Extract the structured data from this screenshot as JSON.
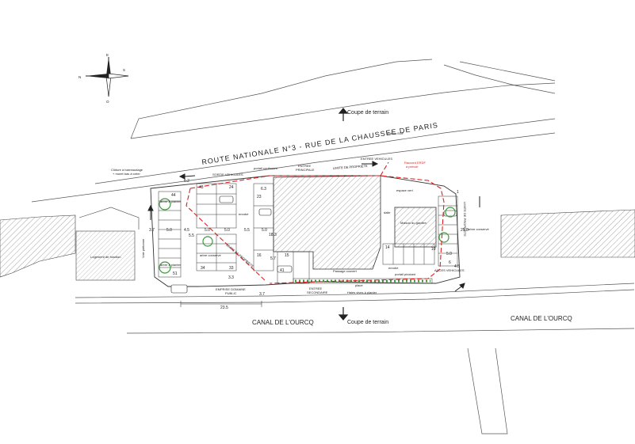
{
  "compass": {
    "n": "N",
    "e": "E",
    "s": "S",
    "o": "O"
  },
  "road": {
    "title": "ROUTE  NATIONALE  N°3  -  RUE  DE  LA  CHAUSSEE  DE  PARIS"
  },
  "canal": {
    "left": "CANAL  DE  L'OURCQ",
    "right": "CANAL  DE  L'OURCQ"
  },
  "sections": {
    "top": "Coupe de terrain",
    "bottom": "Coupe de terrain"
  },
  "labels": {
    "cloture": "Clôture à barreaudage",
    "cloture2": "+ muret bas à créer",
    "sortie": "SORTIE VEHICULES",
    "portail_coulissant": "portail coulissant",
    "entree_principale": "ENTREE",
    "entree_principale2": "PRINCIPALE",
    "entree_vehicules": "ENTREE VEHICULES",
    "poteau": "poteau EDF",
    "raccord": "Raccord ERDF",
    "raccord2": "à prévoir",
    "limite_top": "LIMITE DE PROPRIETE",
    "limite_diag": "LIMITE DE PROPRIETE",
    "limite_right": "LIMITE DE PROPRIETE",
    "espace_vert": "espace vert",
    "dalle": "dalle",
    "maison": "Maison du gardien",
    "arbre_planter_top": "arbre à planter",
    "arbre_planter_bottom": "arbre à planter",
    "arbre_conserve_left": "arbre conservé",
    "arbre_conserve_right": "arbre conservé",
    "enrobe": "enrobé",
    "enrobe2": "enrobé",
    "passage": "Passage couvert",
    "emprise": "EMPRISE DOMAINE",
    "emprise2": "PUBLIC",
    "entree_secondaire": "ENTREE",
    "entree_secondaire2": "SECONDAIRE",
    "haies": "Haies vives à planter",
    "acces": "ACCES VEHICULES",
    "portail_pivotant": "portail pivotant",
    "voie": "Voie piétonne",
    "logement": "Logement de fonction",
    "place": "place"
  },
  "dims": {
    "d62": "6.2",
    "d63": "6.3",
    "d37": "3.7",
    "d50a": "5.0",
    "d45": "4.5",
    "d55": "5.5",
    "d50b": "5.0",
    "d50c": "5.0",
    "d55b": "5.5",
    "d50d": "5.0",
    "d235": "23.5",
    "d18": "18.3",
    "d33": "3.3",
    "d37b": "3.7",
    "d57": "5.7",
    "d258": "25.8",
    "d50e": "5.0",
    "d55c": "5.5",
    "d48": "4.8",
    "d25": "2.5"
  },
  "spaces": {
    "s44": "44",
    "s51": "51",
    "s43": "43",
    "s24": "24",
    "s23": "23",
    "s34": "34",
    "s33": "33",
    "s16": "16",
    "s15": "15",
    "s41": "41",
    "s14": "14",
    "s10": "10",
    "s1": "1",
    "s6": "6"
  }
}
